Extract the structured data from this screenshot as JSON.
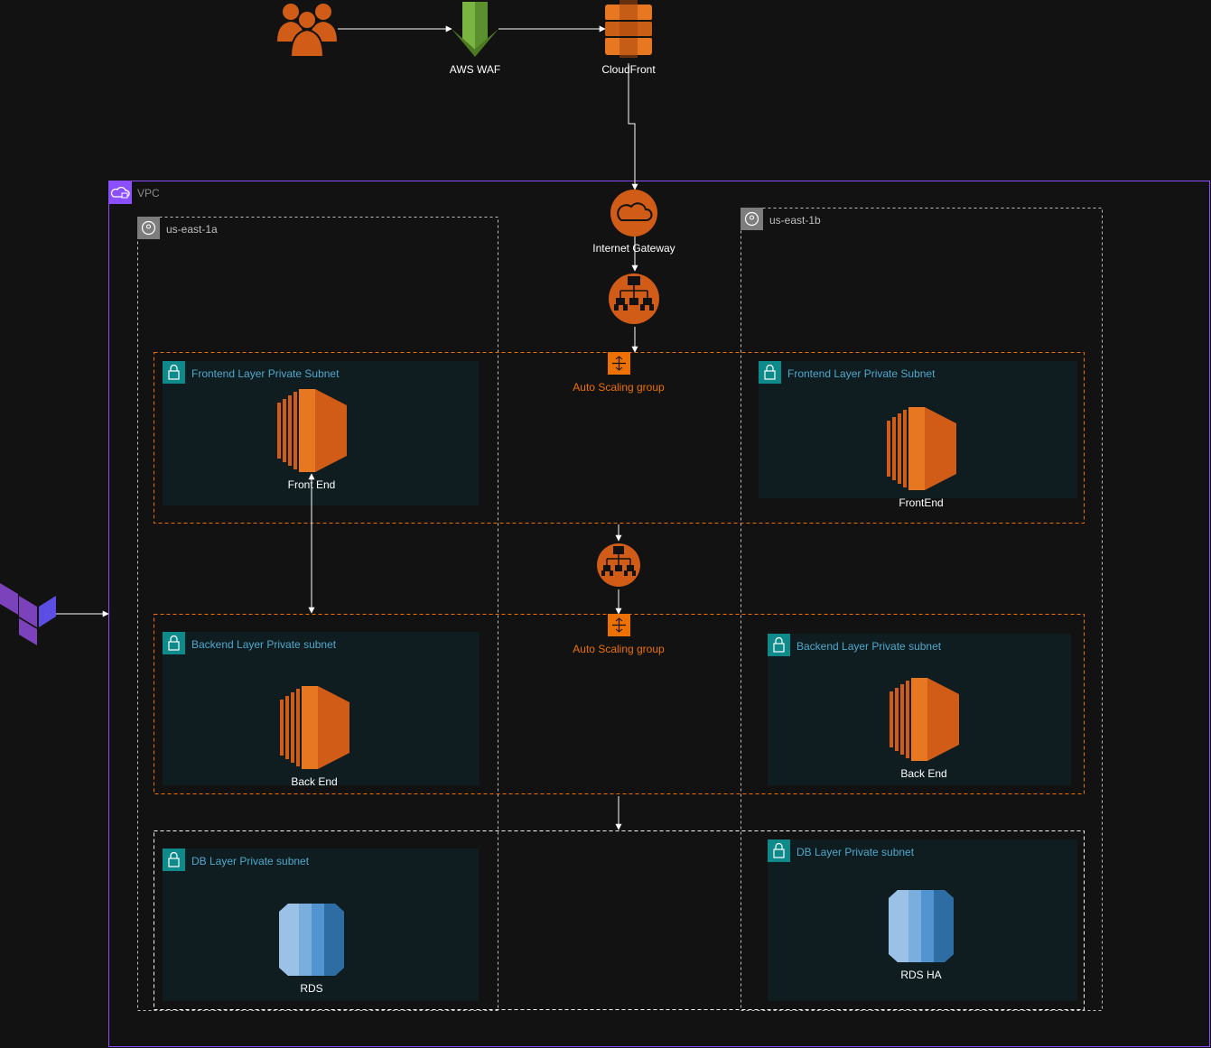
{
  "colors": {
    "background": "#121212",
    "vpc_border": "#8C4FFF",
    "asg_border": "#ED7100",
    "subnet_fill": "#0F1C20",
    "subnet_title": "#4FA8CC",
    "subnet_badge": "#0E8A8A",
    "compute_orange": "#D05C17",
    "waf_green": "#6AA338",
    "rds_blue": "#5294CF",
    "terraform_purple": "#5C4EE5",
    "az_label": "#BFBFBF",
    "vpc_label": "#8A8A8A"
  },
  "top_flow": {
    "users_icon": "users-icon",
    "waf_label": "AWS WAF",
    "cloudfront_label": "CloudFront"
  },
  "vpc": {
    "label": "VPC",
    "icon": "vpc-cloud-lock-icon"
  },
  "availability_zones": [
    {
      "label": "us-east-1a",
      "icon": "location-pin-icon"
    },
    {
      "label": "us-east-1b",
      "icon": "location-pin-icon"
    }
  ],
  "internet_gateway": {
    "label": "Internet Gateway",
    "icon": "cloud-icon"
  },
  "load_balancers": [
    {
      "icon": "load-balancer-icon"
    },
    {
      "icon": "load-balancer-icon"
    }
  ],
  "auto_scaling_groups": [
    {
      "label": "Auto Scaling group",
      "icon": "auto-scaling-icon"
    },
    {
      "label": "Auto Scaling group",
      "icon": "auto-scaling-icon"
    }
  ],
  "subnets": {
    "frontend_a": {
      "title": "Frontend Layer Private Subnet",
      "instance": "Front End"
    },
    "frontend_b": {
      "title": "Frontend Layer Private Subnet",
      "instance": "FrontEnd"
    },
    "backend_a": {
      "title": "Backend Layer Private subnet",
      "instance": "Back End"
    },
    "backend_b": {
      "title": "Backend Layer Private subnet",
      "instance": "Back End"
    },
    "db_a": {
      "title": "DB Layer Private subnet",
      "instance": "RDS"
    },
    "db_b": {
      "title": "DB Layer Private subnet",
      "instance": "RDS HA"
    }
  },
  "terraform": {
    "icon": "terraform-logo-icon"
  }
}
